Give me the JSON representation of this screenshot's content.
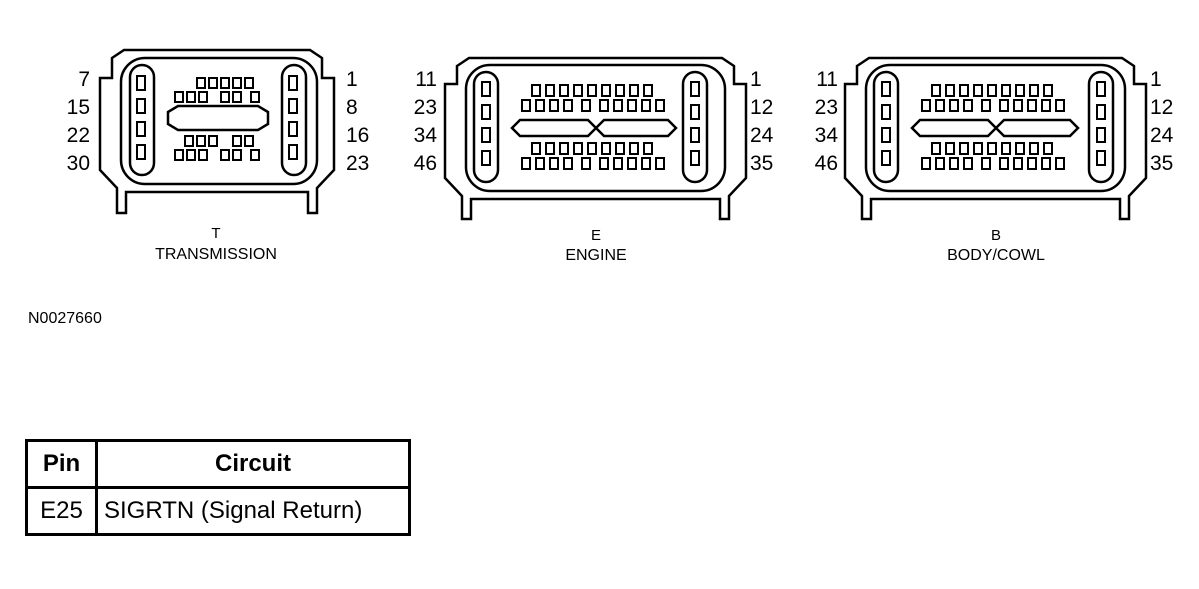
{
  "connectors": [
    {
      "letter": "T",
      "name": "TRANSMISSION",
      "left_labels": [
        "7",
        "15",
        "22",
        "30"
      ],
      "right_labels": [
        "1",
        "8",
        "16",
        "23"
      ]
    },
    {
      "letter": "E",
      "name": "ENGINE",
      "left_labels": [
        "11",
        "23",
        "34",
        "46"
      ],
      "right_labels": [
        "1",
        "12",
        "24",
        "35"
      ]
    },
    {
      "letter": "B",
      "name": "BODY/COWL",
      "left_labels": [
        "11",
        "23",
        "34",
        "46"
      ],
      "right_labels": [
        "1",
        "12",
        "24",
        "35"
      ]
    }
  ],
  "reference_id": "N0027660",
  "table": {
    "headers": {
      "pin": "Pin",
      "circuit": "Circuit"
    },
    "rows": [
      {
        "pin": "E25",
        "circuit": "SIGRTN (Signal Return)"
      }
    ]
  }
}
